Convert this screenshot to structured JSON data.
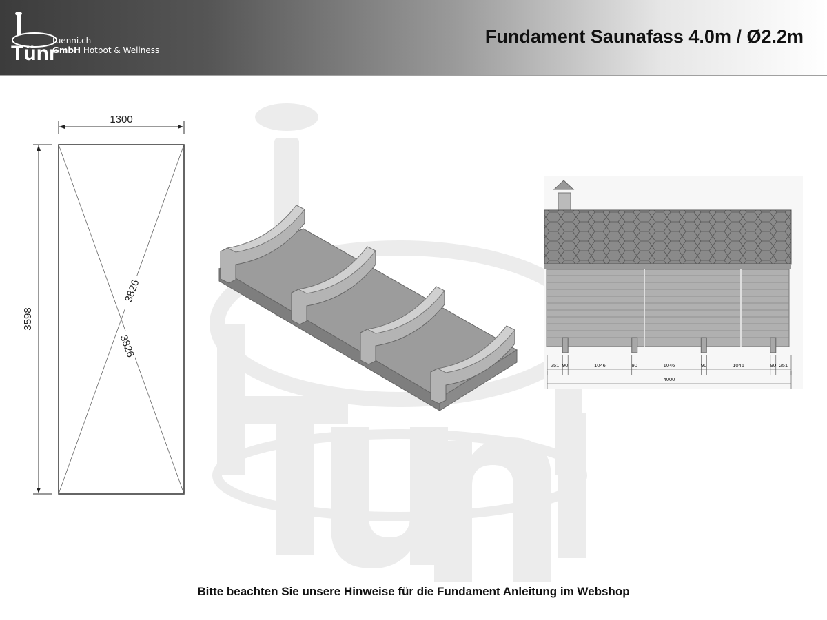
{
  "header": {
    "logo": {
      "wordmark": "Tünni",
      "line1": "tuenni.ch",
      "line2_bold": "GmbH",
      "line2_rest": " Hotpot & Wellness"
    },
    "title": "Fundament Saunafass 4.0m / Ø2.2m"
  },
  "plan": {
    "width_label": "1300",
    "length_label": "3598",
    "diagonal_label_1": "3826",
    "diagonal_label_2": "3826"
  },
  "side_view": {
    "segments": [
      "251",
      "90",
      "1046",
      "90",
      "1046",
      "90",
      "1046",
      "90",
      "251"
    ],
    "total": "4000"
  },
  "watermark": "Tünni",
  "footer": {
    "note": "Bitte beachten Sie unsere Hinweise für die Fundament Anleitung im Webshop"
  },
  "colors": {
    "header_dark": "#3c3c3c",
    "watermark": "#e8e8e8",
    "foundation": "#9a9a9a"
  }
}
